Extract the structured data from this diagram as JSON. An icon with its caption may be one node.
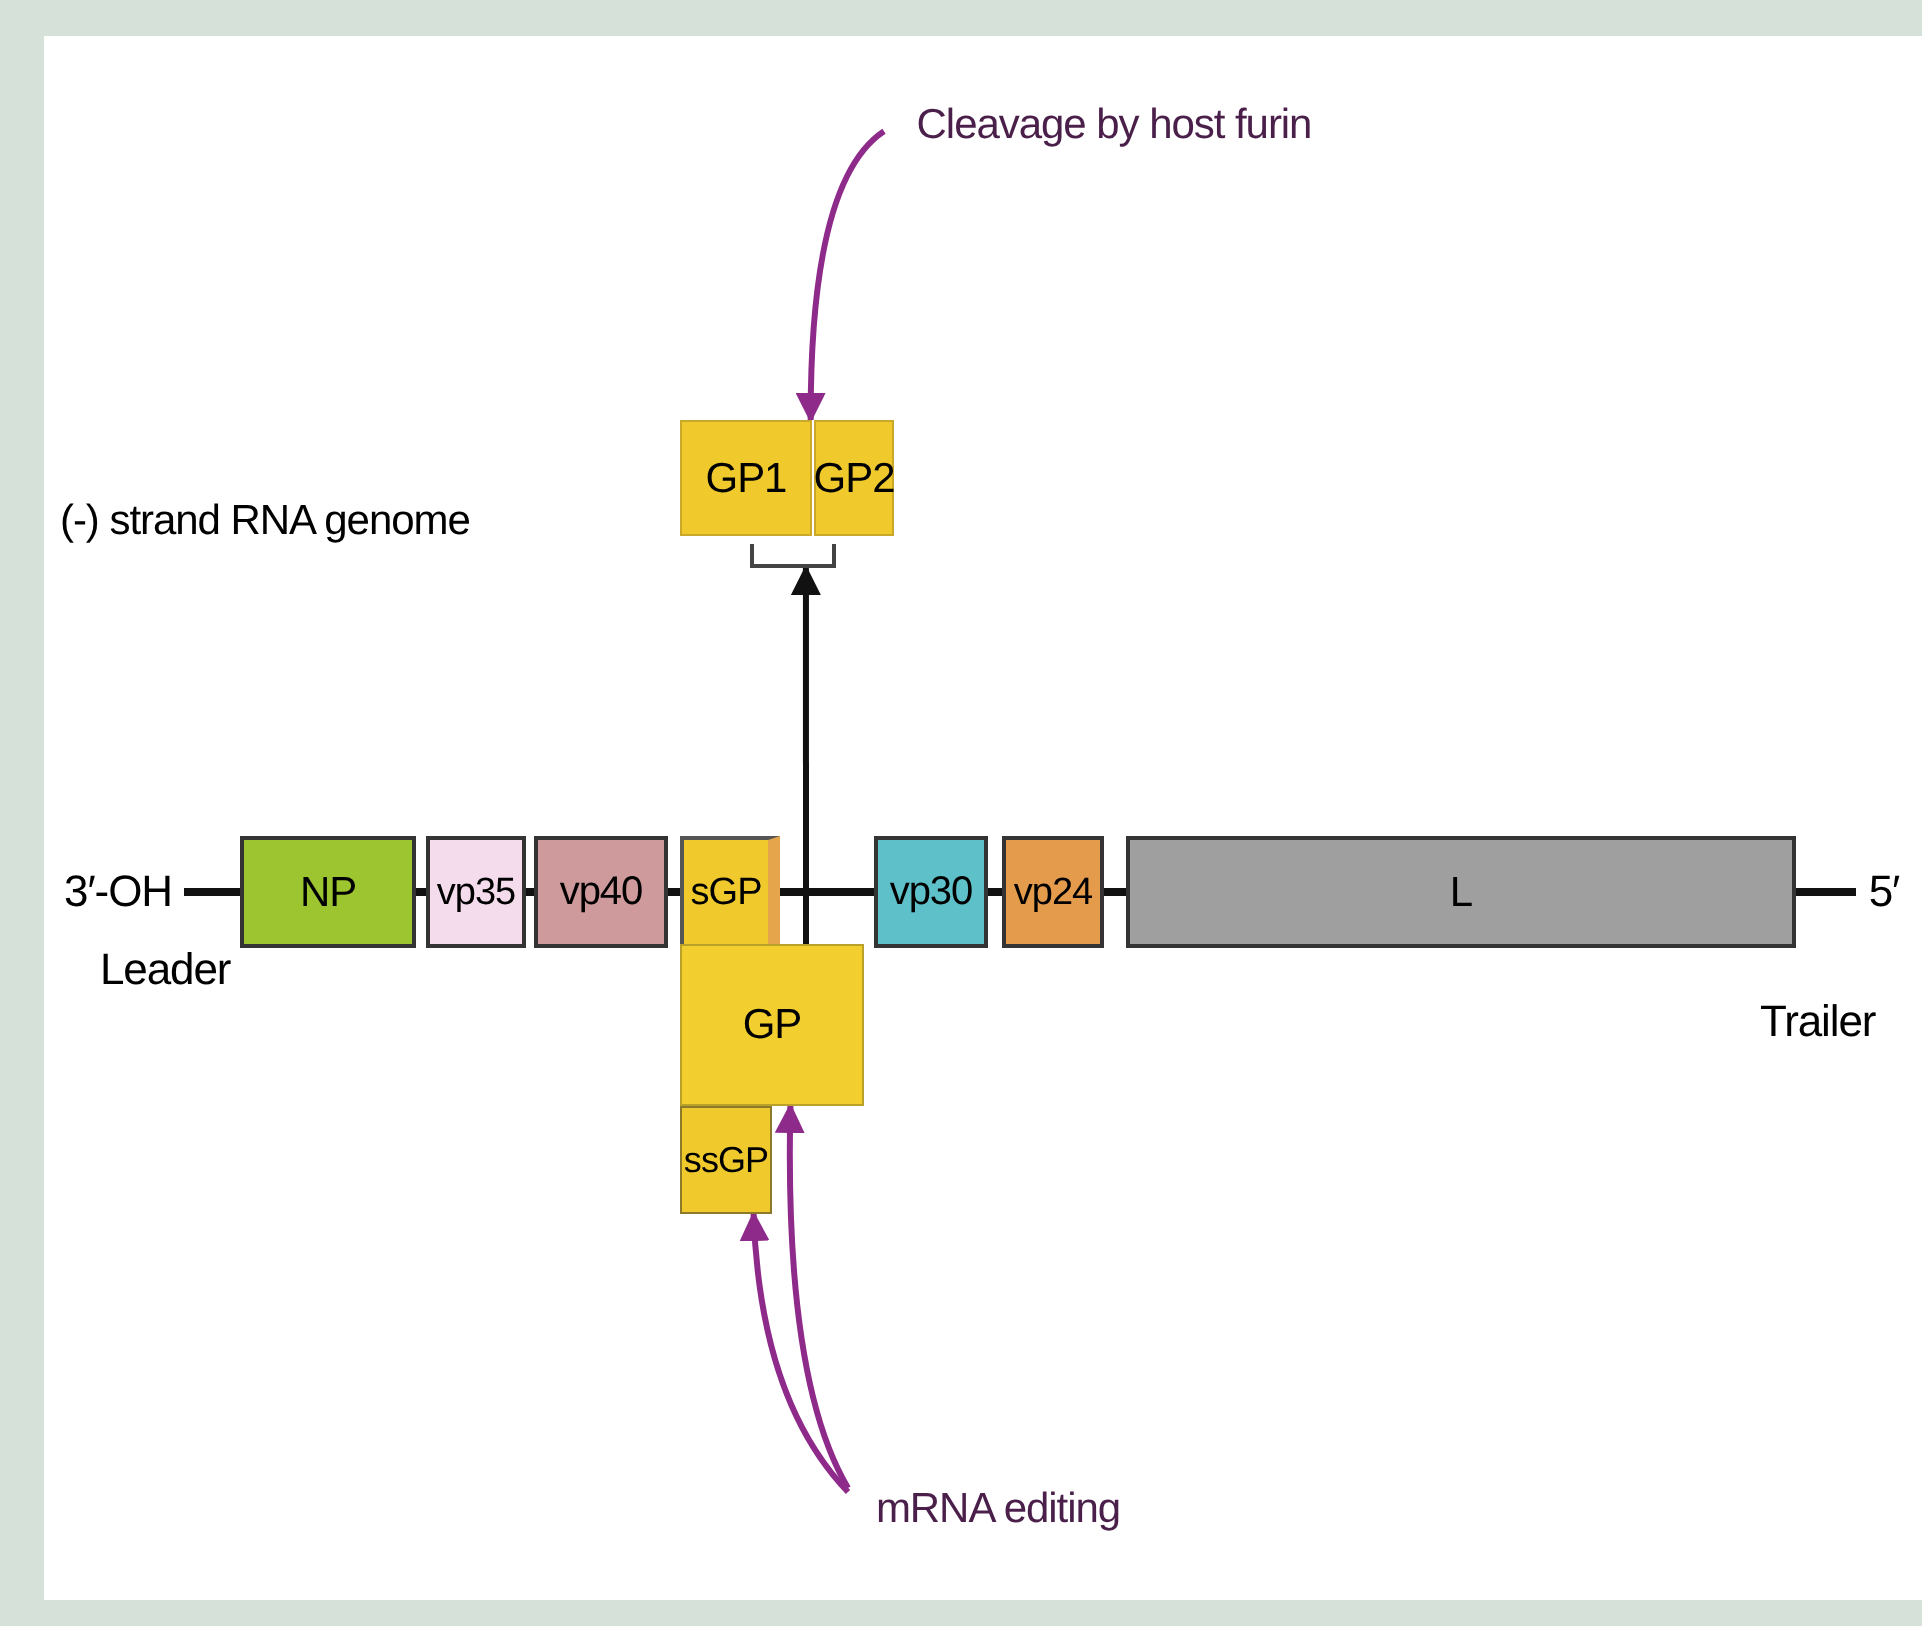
{
  "diagram": {
    "nodes": [
      {
        "text": [
          "3′-OH"
        ]
      },
      {
        "text": [
          "NP"
        ]
      },
      {
        "text": [
          "vp35"
        ]
      },
      {
        "text": [
          "vp40"
        ]
      },
      {
        "text": [
          "sGP"
        ]
      },
      {
        "text": [
          "GP"
        ]
      },
      {
        "text": [
          "ssGP"
        ]
      },
      {
        "text": [
          "vp30"
        ]
      },
      {
        "text": [
          "vp24"
        ]
      },
      {
        "text": [
          "L"
        ]
      },
      {
        "text": [
          "5′"
        ]
      },
      {
        "text": [
          "GP1"
        ]
      },
      {
        "text": [
          "GP2"
        ]
      },
      {
        "text": [],
        "shape": "bracket"
      },
      {
        "text": [
          "Cleavage by host furin"
        ]
      },
      {
        "text": [
          "mRNA editing"
        ]
      }
    ],
    "edges": [
      {
        "from": 0,
        "to": 1,
        "arrow": "none"
      },
      {
        "from": 1,
        "to": 2,
        "arrow": "none"
      },
      {
        "from": 2,
        "to": 3,
        "arrow": "none"
      },
      {
        "from": 3,
        "to": 4,
        "arrow": "none"
      },
      {
        "from": 4,
        "to": 7,
        "arrow": "none"
      },
      {
        "from": 7,
        "to": 8,
        "arrow": "none"
      },
      {
        "from": 8,
        "to": 9,
        "arrow": "none"
      },
      {
        "from": 9,
        "to": 10,
        "arrow": "none"
      },
      {
        "from": 5,
        "to": 13,
        "arrow": "to"
      },
      {
        "from": 14,
        "to": 11,
        "arrow": "to",
        "color": "#8e2a8a"
      },
      {
        "from": 15,
        "to": 6,
        "arrow": "to",
        "color": "#8e2a8a"
      },
      {
        "from": 15,
        "to": 5,
        "arrow": "to",
        "color": "#8e2a8a"
      }
    ],
    "labels": [
      "(-) strand RNA genome",
      "Leader",
      "Trailer"
    ]
  }
}
